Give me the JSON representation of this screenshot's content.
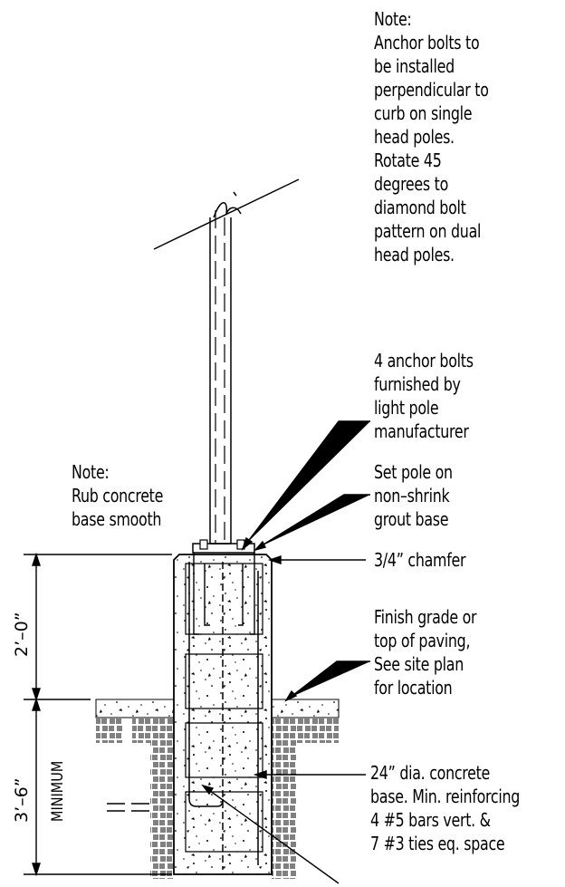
{
  "notes": {
    "top_note": "Note:\nAnchor bolts to\nbe installed\nperpendicular to\ncurb on single\nhead poles.\nRotate 45\ndegrees to\ndiamond bolt\npattern on dual\nhead poles.",
    "left_note": "Note:\nRub concrete\nbase smooth",
    "anchor_bolts": "4 anchor bolts\nfurnished by\nlight pole\nmanufacturer",
    "set_pole": "Set pole on\nnon–shrink\ngrout base",
    "chamfer": "3/4” chamfer",
    "finish_grade": "Finish grade or\ntop of paving,\nSee site plan\nfor location",
    "concrete_base": "24” dia. concrete\nbase. Min. reinforcing\n4 #5 bars vert. &\n7 #3 ties eq. space"
  },
  "dimensions": {
    "upper": "2’–0”",
    "lower": "3’–6”",
    "lower_qualifier": "MINIMUM"
  }
}
